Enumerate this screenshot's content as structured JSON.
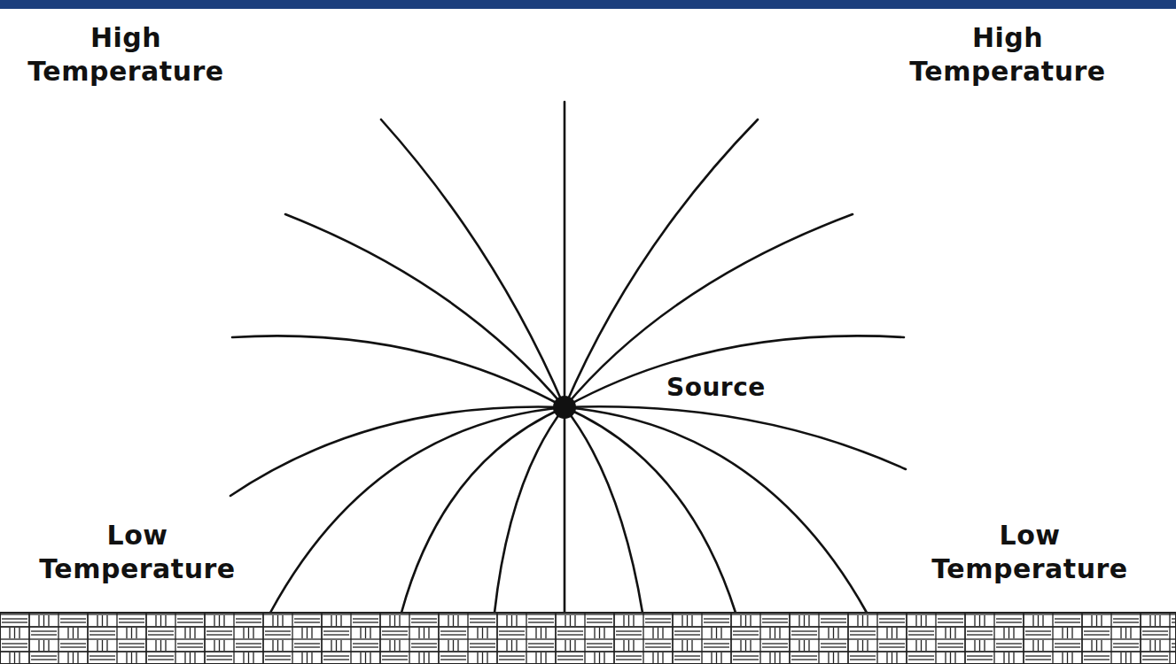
{
  "diagram": {
    "labels": [
      "High Temperature",
      "High Temperature",
      "Source",
      "Low Temperature",
      "Low Temperature"
    ]
  }
}
